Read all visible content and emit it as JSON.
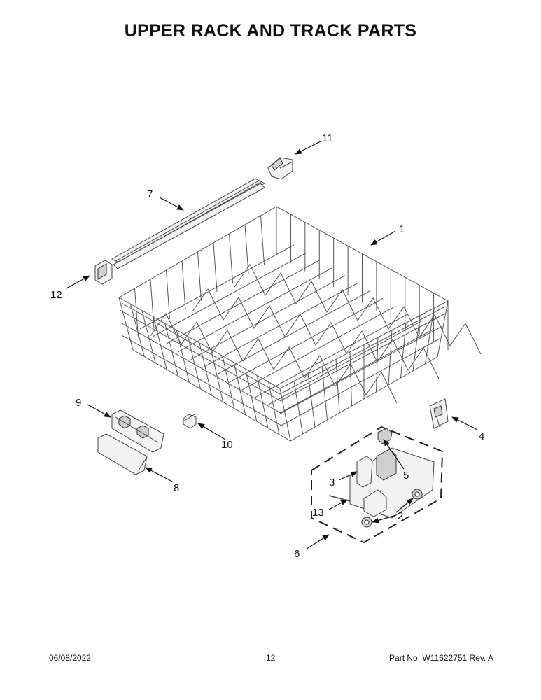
{
  "page_title": "UPPER RACK AND TRACK PARTS",
  "callouts": {
    "c1": "1",
    "c2": "2",
    "c3": "3",
    "c4": "4",
    "c5": "5",
    "c6": "6",
    "c7": "7",
    "c8": "8",
    "c9": "9",
    "c10": "10",
    "c11": "11",
    "c12": "12",
    "c13": "13"
  },
  "footer": {
    "date": "06/08/2022",
    "page_number": "12",
    "part_number": "Part No.  W11622751  Rev.  A"
  }
}
